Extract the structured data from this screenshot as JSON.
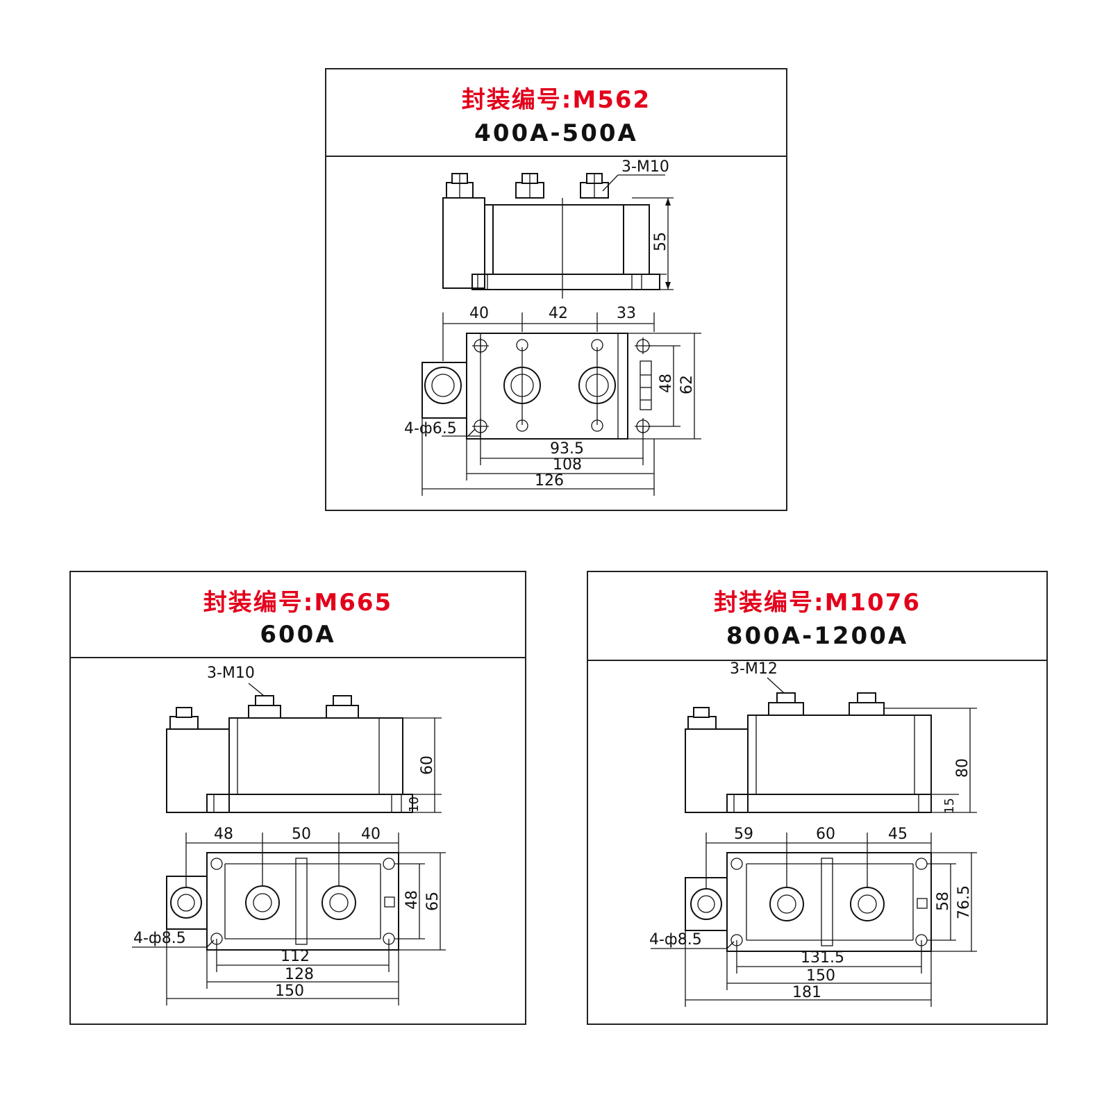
{
  "panels": [
    {
      "title": "封装编号:M562",
      "rating": "400A-500A",
      "screws": "3-M10",
      "holes": "4-ф6.5",
      "dims": {
        "height": "55",
        "pitch_left": "40",
        "pitch_mid": "42",
        "pitch_right": "33",
        "inner_v": "48",
        "outer_v": "62",
        "hole_span": "93.5",
        "base_len": "108",
        "total_len": "126"
      }
    },
    {
      "title": "封装编号:M665",
      "rating": "600A",
      "screws": "3-M10",
      "holes": "4-ф8.5",
      "dims": {
        "height": "60",
        "base_h": "10",
        "pitch_left": "48",
        "pitch_mid": "50",
        "pitch_right": "40",
        "inner_v": "48",
        "outer_v": "65",
        "hole_span": "112",
        "base_len": "128",
        "total_len": "150"
      }
    },
    {
      "title": "封装编号:M1076",
      "rating": "800A-1200A",
      "screws": "3-M12",
      "holes": "4-ф8.5",
      "dims": {
        "height": "80",
        "base_h": "15",
        "pitch_left": "59",
        "pitch_mid": "60",
        "pitch_right": "45",
        "inner_v": "58",
        "outer_v": "76.5",
        "hole_span": "131.5",
        "base_len": "150",
        "total_len": "181"
      }
    }
  ],
  "colors": {
    "title": "#e3001b",
    "text": "#111111",
    "line": "#111111"
  }
}
